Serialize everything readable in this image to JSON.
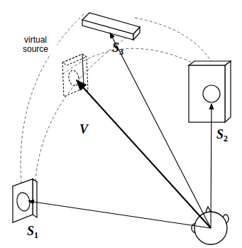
{
  "diagram": {
    "labels": [
      "virtual source",
      "V",
      "S1",
      "S2",
      "S3"
    ]
  }
}
